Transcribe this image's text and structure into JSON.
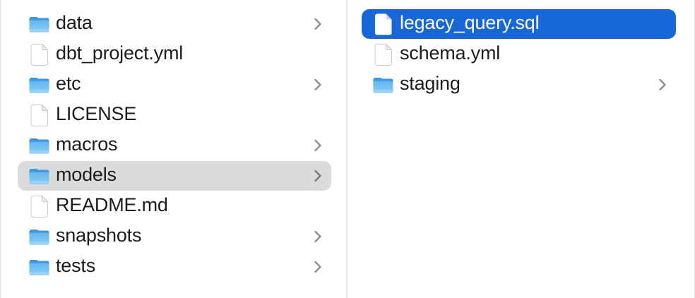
{
  "app": {
    "name": "Finder column browser"
  },
  "colors": {
    "selection_blue": "#1767D9",
    "selection_gray": "#DBDBDB",
    "divider": "#E6E6E6",
    "text": "#1C1C1E",
    "selected_text": "#FFFFFF",
    "chevron": "#8E8E8E",
    "folder_blue_top": "#3F96E0",
    "folder_blue_body": "#6FBEF2"
  },
  "columns": [
    {
      "name": "project-root",
      "items": [
        {
          "label": "data",
          "type": "folder",
          "expandable": true,
          "selected": "none"
        },
        {
          "label": "dbt_project.yml",
          "type": "file",
          "expandable": false,
          "selected": "none"
        },
        {
          "label": "etc",
          "type": "folder",
          "expandable": true,
          "selected": "none"
        },
        {
          "label": "LICENSE",
          "type": "file",
          "expandable": false,
          "selected": "none"
        },
        {
          "label": "macros",
          "type": "folder",
          "expandable": true,
          "selected": "none"
        },
        {
          "label": "models",
          "type": "folder",
          "expandable": true,
          "selected": "inactive-gray"
        },
        {
          "label": "README.md",
          "type": "file",
          "expandable": false,
          "selected": "none"
        },
        {
          "label": "snapshots",
          "type": "folder",
          "expandable": true,
          "selected": "none"
        },
        {
          "label": "tests",
          "type": "folder",
          "expandable": true,
          "selected": "none"
        }
      ]
    },
    {
      "name": "models-folder",
      "items": [
        {
          "label": "legacy_query.sql",
          "type": "file",
          "expandable": false,
          "selected": "active-blue"
        },
        {
          "label": "schema.yml",
          "type": "file",
          "expandable": false,
          "selected": "none"
        },
        {
          "label": "staging",
          "type": "folder",
          "expandable": true,
          "selected": "none"
        }
      ]
    }
  ]
}
